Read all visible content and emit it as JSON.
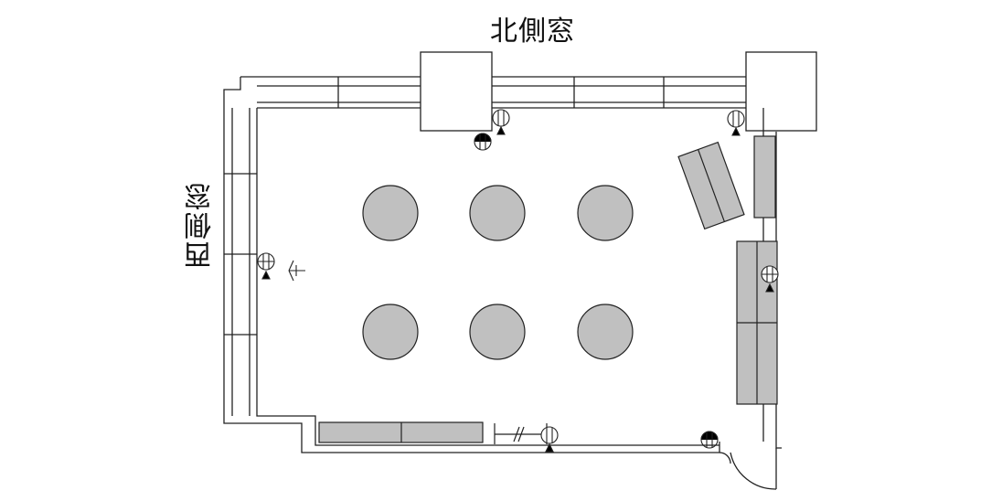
{
  "labels": {
    "north_window": "北側窓",
    "west_window": "西側窓"
  },
  "colors": {
    "furniture_fill": "#c0c0c0",
    "line": "#222222",
    "background": "#ffffff"
  },
  "furniture": {
    "round_tables": 6,
    "sofas": 3,
    "desks": 2,
    "fan_icon": "ceiling-fan-icon",
    "outlet_icon": "outlet-icon",
    "sensor_icon": "sensor-icon",
    "door_icon": "door-swing-icon"
  }
}
